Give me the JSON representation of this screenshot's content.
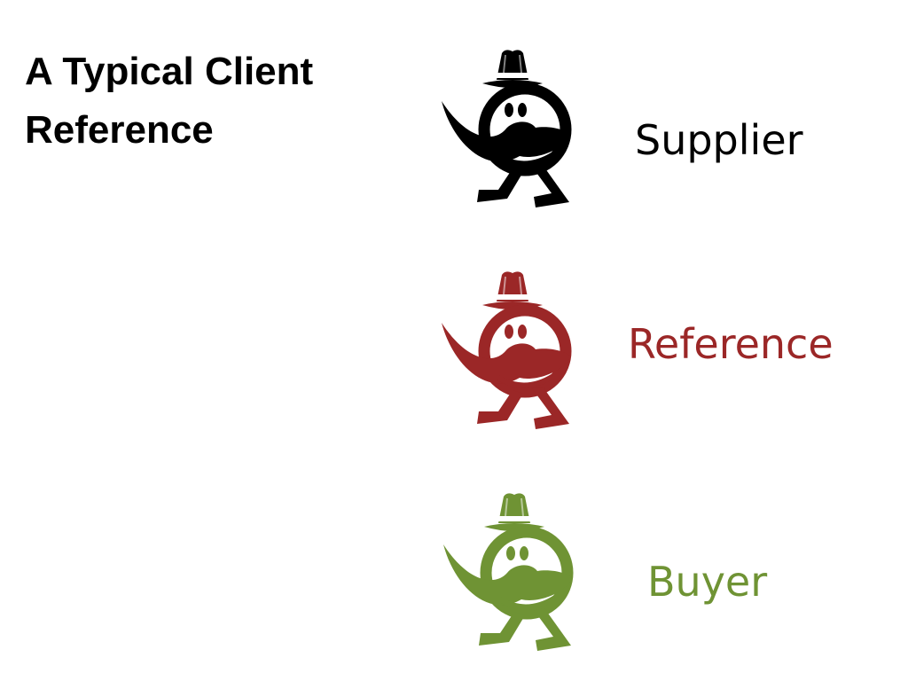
{
  "slide": {
    "title_lines": [
      "A Typical Client",
      "Reference"
    ]
  },
  "roles": [
    {
      "label": "Supplier",
      "color": "#000000",
      "icon": "mustache-man-icon"
    },
    {
      "label": "Reference",
      "color": "#9b2727",
      "icon": "mustache-man-icon"
    },
    {
      "label": "Buyer",
      "color": "#6f9334",
      "icon": "mustache-man-icon"
    }
  ]
}
